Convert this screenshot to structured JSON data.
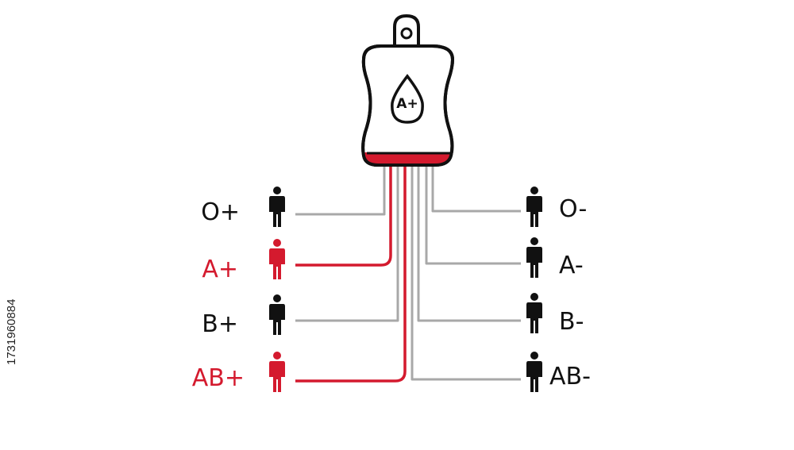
{
  "bag": {
    "blood_type": "A+"
  },
  "stock_id": "1731960884",
  "recipients_positive": [
    {
      "label": "O+",
      "compatible": false
    },
    {
      "label": "A+",
      "compatible": true
    },
    {
      "label": "B+",
      "compatible": false
    },
    {
      "label": "AB+",
      "compatible": true
    }
  ],
  "recipients_negative": [
    {
      "label": "O-",
      "compatible": false
    },
    {
      "label": "A-",
      "compatible": false
    },
    {
      "label": "B-",
      "compatible": false
    },
    {
      "label": "AB-",
      "compatible": false
    }
  ],
  "colors": {
    "compatible": "#d41a2e",
    "incompatible_line": "#a8a8a8",
    "neutral_person": "#111111",
    "outline": "#111111"
  }
}
